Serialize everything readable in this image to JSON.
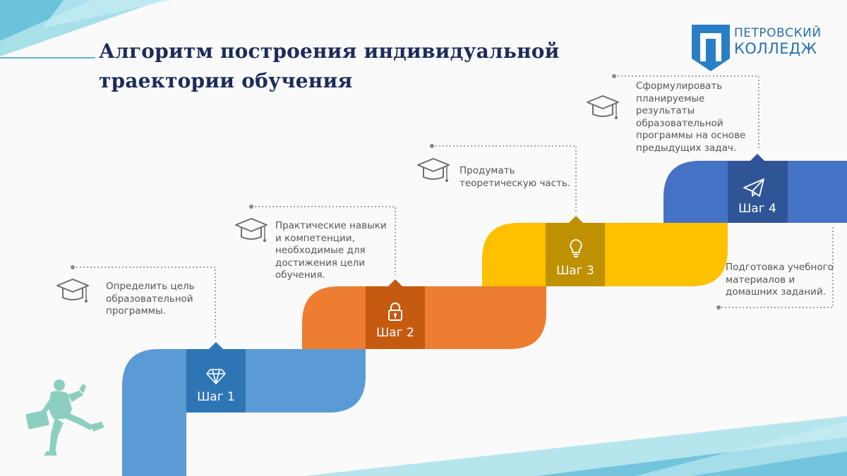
{
  "page": {
    "title": "Алгоритм построения индивидуальной траектории обучения"
  },
  "logo": {
    "line1": "ПЕТРОВСКИЙ",
    "line2": "КОЛЛЕДЖ",
    "emblem": "П"
  },
  "steps": [
    {
      "label": "Шаг 1",
      "icon": "diamond-icon",
      "description": [
        "Определить  цель",
        "образовательной",
        "программы."
      ],
      "color": "#5b9bd5",
      "dark_color": "#2e75b6"
    },
    {
      "label": "Шаг 2",
      "icon": "lock-icon",
      "description": [
        "Практические  навыки",
        "и компетенции,",
        "необходимые  для",
        "достижения  цели",
        "обучения."
      ],
      "color": "#ed7d31",
      "dark_color": "#c55a11"
    },
    {
      "label": "Шаг 3",
      "icon": "lightbulb-icon",
      "description": [
        "Продумать",
        "теоретическую  часть."
      ],
      "color": "#ffc000",
      "dark_color": "#bf9000"
    },
    {
      "label": "Шаг 4",
      "icon": "paper-plane-icon",
      "description": [
        "Сформулировать",
        "планируемые",
        "результаты",
        "образовательной",
        "программы на основе",
        "предыдущих  задач."
      ],
      "color": "#4472c4",
      "dark_color": "#2f5597"
    }
  ],
  "final_note": [
    "Подготовка учебного",
    "материалов и",
    "домашних  заданий."
  ],
  "icons": {
    "step_note_icon": "graduation-cap-icon",
    "illustration": "running-businessman-figure"
  }
}
